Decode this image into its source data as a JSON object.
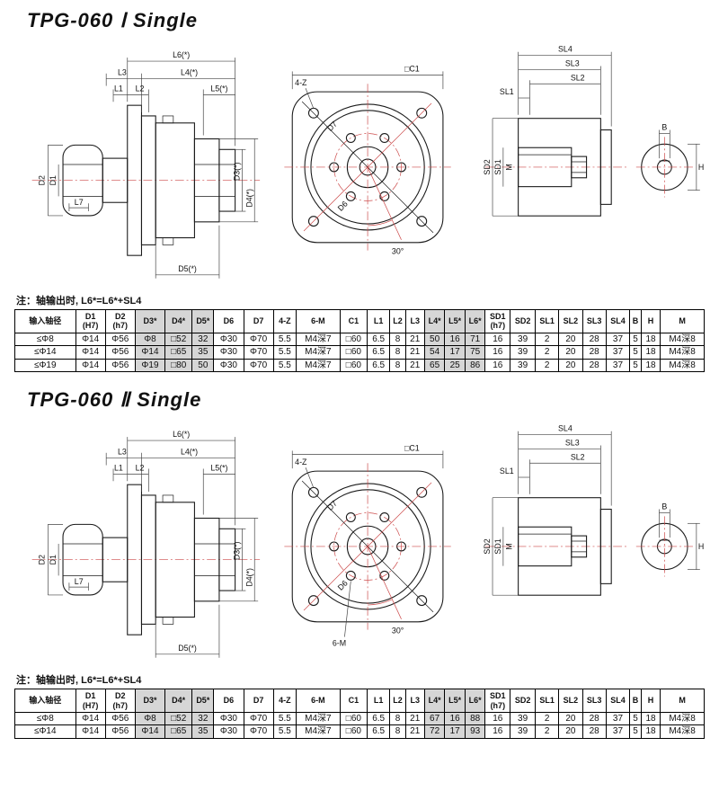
{
  "colors": {
    "line": "#1a1a1a",
    "construction_line": "#cc4949",
    "shaded_cell": "#d6d6d6"
  },
  "sections": [
    {
      "title": "TPG-060  Ⅰ Single",
      "note": "注：轴输出时, L6*=L6*+SL4",
      "drawing": {
        "side": {
          "L6": "L6(*)",
          "L3": "L3",
          "L4": "L4(*)",
          "L1": "L1",
          "L2": "L2",
          "L5": "L5(*)",
          "D2": "D2",
          "D1": "D1",
          "L7": "L7",
          "D3": "D3(*)",
          "D4": "D4(*)",
          "D5": "D5(*)"
        },
        "front": {
          "fourZ": "4-Z",
          "C1": "□C1",
          "D7": "D7",
          "D6": "D6",
          "angle": "30°"
        },
        "shaft": {
          "SL4": "SL4",
          "SL3": "SL3",
          "SL2": "SL2",
          "SL1": "SL1",
          "SD2": "SD2",
          "SD1": "SD1",
          "M": "M",
          "B": "B",
          "H": "H"
        }
      },
      "table": {
        "headers": [
          "输入轴径",
          "D1\n(H7)",
          "D2\n(h7)",
          "D3*",
          "D4*",
          "D5*",
          "D6",
          "D7",
          "4-Z",
          "6-M",
          "C1",
          "L1",
          "L2",
          "L3",
          "L4*",
          "L5*",
          "L6*",
          "SD1\n(h7)",
          "SD2",
          "SL1",
          "SL2",
          "SL3",
          "SL4",
          "B",
          "H",
          "M"
        ],
        "rows": [
          [
            "≤Φ8",
            "Φ14",
            "Φ56",
            "Φ8",
            "□52",
            "32",
            "Φ30",
            "Φ70",
            "5.5",
            "M4深7",
            "□60",
            "6.5",
            "8",
            "21",
            "50",
            "16",
            "71",
            "16",
            "39",
            "2",
            "20",
            "28",
            "37",
            "5",
            "18",
            "M4深8"
          ],
          [
            "≤Φ14",
            "Φ14",
            "Φ56",
            "Φ14",
            "□65",
            "35",
            "Φ30",
            "Φ70",
            "5.5",
            "M4深7",
            "□60",
            "6.5",
            "8",
            "21",
            "54",
            "17",
            "75",
            "16",
            "39",
            "2",
            "20",
            "28",
            "37",
            "5",
            "18",
            "M4深8"
          ],
          [
            "≤Φ19",
            "Φ14",
            "Φ56",
            "Φ19",
            "□80",
            "50",
            "Φ30",
            "Φ70",
            "5.5",
            "M4深7",
            "□60",
            "6.5",
            "8",
            "21",
            "65",
            "25",
            "86",
            "16",
            "39",
            "2",
            "20",
            "28",
            "37",
            "5",
            "18",
            "M4深8"
          ]
        ]
      }
    },
    {
      "title": "TPG-060  Ⅱ Single",
      "note": "注：轴输出时, L6*=L6*+SL4",
      "drawing": {
        "side": {
          "L6": "L6(*)",
          "L3": "L3",
          "L4": "L4(*)",
          "L1": "L1",
          "L2": "L2",
          "L5": "L5(*)",
          "D2": "D2",
          "D1": "D1",
          "L7": "L7",
          "D3": "D3(*)",
          "D4": "D4(*)",
          "D5": "D5(*)"
        },
        "front": {
          "fourZ": "4-Z",
          "C1": "□C1",
          "D7": "D7",
          "D6": "D6",
          "angle": "30°",
          "sixM": "6-M"
        },
        "shaft": {
          "SL4": "SL4",
          "SL3": "SL3",
          "SL2": "SL2",
          "SL1": "SL1",
          "SD2": "SD2",
          "SD1": "SD1",
          "M": "M",
          "B": "B",
          "H": "H"
        }
      },
      "table": {
        "headers": [
          "输入轴径",
          "D1\n(H7)",
          "D2\n(h7)",
          "D3*",
          "D4*",
          "D5*",
          "D6",
          "D7",
          "4-Z",
          "6-M",
          "C1",
          "L1",
          "L2",
          "L3",
          "L4*",
          "L5*",
          "L6*",
          "SD1\n(h7)",
          "SD2",
          "SL1",
          "SL2",
          "SL3",
          "SL4",
          "B",
          "H",
          "M"
        ],
        "rows": [
          [
            "≤Φ8",
            "Φ14",
            "Φ56",
            "Φ8",
            "□52",
            "32",
            "Φ30",
            "Φ70",
            "5.5",
            "M4深7",
            "□60",
            "6.5",
            "8",
            "21",
            "67",
            "16",
            "88",
            "16",
            "39",
            "2",
            "20",
            "28",
            "37",
            "5",
            "18",
            "M4深8"
          ],
          [
            "≤Φ14",
            "Φ14",
            "Φ56",
            "Φ14",
            "□65",
            "35",
            "Φ30",
            "Φ70",
            "5.5",
            "M4深7",
            "□60",
            "6.5",
            "8",
            "21",
            "72",
            "17",
            "93",
            "16",
            "39",
            "2",
            "20",
            "28",
            "37",
            "5",
            "18",
            "M4深8"
          ]
        ]
      }
    }
  ]
}
